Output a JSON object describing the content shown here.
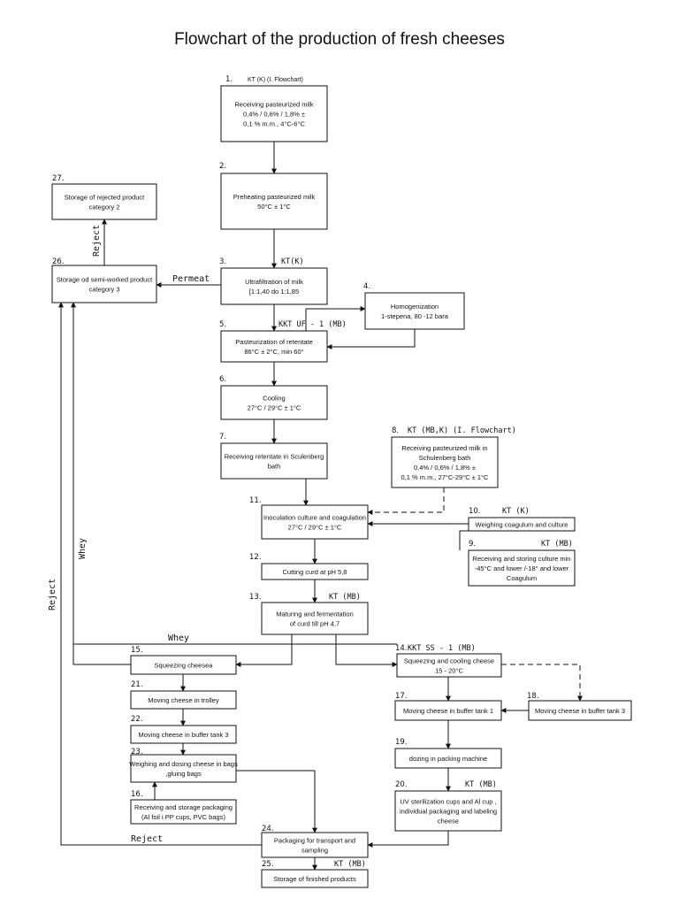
{
  "title": "Flowchart of the production of fresh cheeses",
  "boxes": {
    "b1": {
      "num": "1.",
      "tag": "KT (K)     (I. Flowchart)",
      "lines": [
        "Receiving pasteurized milk",
        "0,4% / 0,6% / 1,8% ±",
        "0,1 % m.m., 4°C-6°C"
      ]
    },
    "b2": {
      "num": "2.",
      "tag": "",
      "lines": [
        "Preheating pasteurized milk",
        "50°C ± 1°C"
      ]
    },
    "b3": {
      "num": "3.",
      "tag": "KT(K)",
      "lines": [
        "Ultrafiltration of milk",
        "[1:1,40 do 1:1,85"
      ]
    },
    "b4": {
      "num": "4.",
      "tag": "",
      "lines": [
        "Homogenization",
        "1-stepena, 80 -12 bara"
      ]
    },
    "b5": {
      "num": "5.",
      "tag": "KKT UF - 1 (MB)",
      "lines": [
        "Pasteurization of retentate",
        "86°C ± 2°C, min 60°"
      ]
    },
    "b6": {
      "num": "6.",
      "tag": "",
      "lines": [
        "Cooling",
        "27°C / 29°C ± 1°C"
      ]
    },
    "b7": {
      "num": "7.",
      "tag": "",
      "lines": [
        "Receiving retentate in Sculenberg",
        "bath"
      ]
    },
    "b8": {
      "num": "8.",
      "tag": "KT (MB,K)      (I. Flowchart)",
      "lines": [
        "Receiving pasteurized milk in",
        "Schulenberg bath",
        "0,4% / 0,6% / 1,8% ±",
        "0,1 % m.m., 27°C-29°C ± 1°C"
      ]
    },
    "b9": {
      "num": "9.",
      "tag": "KT (MB)",
      "lines": [
        "Receiving and storing culture  min",
        "-45°C and lower /-18° and lower",
        "Coagulum"
      ]
    },
    "b10": {
      "num": "10.",
      "tag": "KT (K)",
      "lines": [
        "Weighing coagulum and culture"
      ]
    },
    "b11": {
      "num": "11.",
      "tag": "",
      "lines": [
        "Inoculation culture and coagulation",
        "27°C / 29°C ± 1°C"
      ]
    },
    "b12": {
      "num": "12.",
      "tag": "",
      "lines": [
        "Cutting curd at pH 5,8"
      ]
    },
    "b13": {
      "num": "13.",
      "tag": "KT (MB)",
      "lines": [
        "Maturing and fermentation",
        "of curd till pH 4,7"
      ]
    },
    "b14": {
      "num": "14.",
      "tag": "KKT SS - 1 (MB)",
      "lines": [
        "Squeezing and cooling cheese",
        "15 - 20°C"
      ]
    },
    "b15": {
      "num": "15.",
      "tag": "",
      "lines": [
        "Squeezing cheesea"
      ]
    },
    "b16": {
      "num": "16.",
      "tag": "",
      "lines": [
        "Receiving and storage packaging",
        "(Al foil i PP cups, PVC bags)"
      ]
    },
    "b17": {
      "num": "17.",
      "tag": "",
      "lines": [
        "Moving cheese in buffer tank 1"
      ]
    },
    "b18": {
      "num": "18.",
      "tag": "",
      "lines": [
        "Moving cheese in buffer tank 3"
      ]
    },
    "b19": {
      "num": "19.",
      "tag": "",
      "lines": [
        "dozing in packing machine"
      ]
    },
    "b20": {
      "num": "20.",
      "tag": "KT (MB)",
      "lines": [
        "UV sterilization cups and Al cup ,",
        "individual packaging and labeling",
        "cheese"
      ]
    },
    "b21": {
      "num": "21.",
      "tag": "",
      "lines": [
        "Moving cheese in trolley"
      ]
    },
    "b22": {
      "num": "22.",
      "tag": "",
      "lines": [
        "Moving cheese in buffer tank 3"
      ]
    },
    "b23": {
      "num": "23.",
      "tag": "",
      "lines": [
        "Weighing and dosing cheese in  bags",
        ",gluing bags"
      ]
    },
    "b24": {
      "num": "24.",
      "tag": "",
      "lines": [
        "Packaging for transport and",
        "sampling"
      ]
    },
    "b25": {
      "num": "25.",
      "tag": "KT (MB)",
      "lines": [
        "Storage of finished products"
      ]
    },
    "b26": {
      "num": "26.",
      "tag": "",
      "lines": [
        "Storage od semi-worked product",
        "category 3"
      ]
    },
    "b27": {
      "num": "27.",
      "tag": "",
      "lines": [
        "Storage of rejected product",
        "category 2"
      ]
    }
  },
  "flow_labels": {
    "permeat": "Permeat",
    "reject_top": "Reject",
    "whey_vertical": "Whey",
    "whey_horizontal": "Whey",
    "reject_left": "Reject",
    "reject_bottom": "Reject"
  },
  "colors": {
    "line": "#111111",
    "background": "#ffffff"
  }
}
